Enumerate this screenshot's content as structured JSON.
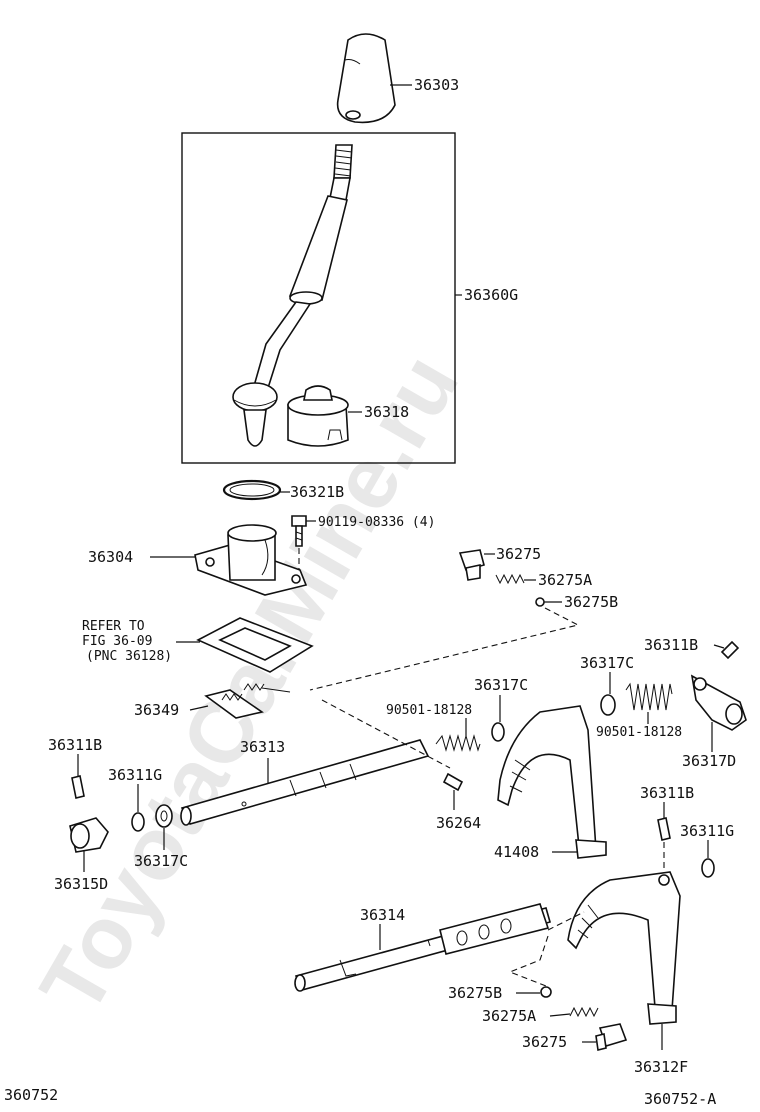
{
  "watermark": "ToyotaCarMine.ru",
  "diagram_id_left": "360752",
  "diagram_id_right": "360752-A",
  "refer_note": [
    "REFER TO",
    "FIG 36-09",
    "(PNC 36128)"
  ],
  "labels": {
    "knob": "36303",
    "lever_assy": "36360G",
    "boot": "36318",
    "snap_ring_top": "36321B",
    "bolt": "90119-08336 (4)",
    "retainer": "36304",
    "plug_top": "36275",
    "spring_top": "36275A",
    "ball_top": "36275B",
    "pin_right_top": "36311B",
    "washer_c_upper": "36317C",
    "washer_c_mid": "36317C",
    "spring_right": "90501-18128",
    "spring_center": "90501-18128",
    "head_d": "36317D",
    "spring_plate": "36349",
    "pin_left": "36311B",
    "shaft_upper": "36313",
    "snap_left": "36311G",
    "washer_c_left": "36317C",
    "head_left": "36315D",
    "pin_center": "36264",
    "fork_upper": "41408",
    "pin_right_mid": "36311B",
    "snap_right": "36311G",
    "shaft_lower": "36314",
    "ball_bottom": "36275B",
    "spring_bottom": "36275A",
    "plug_bottom": "36275",
    "fork_lower": "36312F"
  }
}
